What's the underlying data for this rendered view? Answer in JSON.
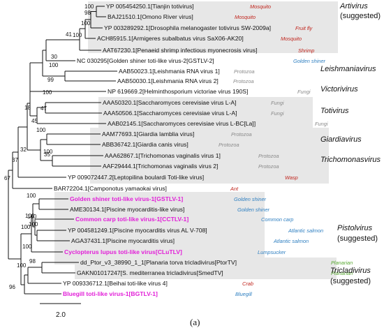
{
  "host_colors": {
    "mosquito": "#c0241c",
    "fruit_fly": "#c0241c",
    "shrimp": "#c0241c",
    "wasp": "#c0241c",
    "ant": "#c0241c",
    "crab": "#c0241c",
    "protozoa": "#8a8a8a",
    "fungi": "#8a8a8a",
    "fish": "#2e7fc1",
    "planarian": "#58a832",
    "highlight_taxon": "#e21fd8",
    "clade_shading": "#e7e7e7"
  },
  "taxa": [
    {
      "label": "YP 005454250.1[Tianjin totivirus]",
      "host": "Mosquito",
      "host_type": "mosquito",
      "highlight": false
    },
    {
      "label": "BAJ21510.1[Omono River virus]",
      "host": "Mosquito",
      "host_type": "mosquito",
      "highlight": false
    },
    {
      "label": "YP 003289292.1[Drosophila melanogaster totivirus SW-2009a]",
      "host": "Fruit fly",
      "host_type": "fruit_fly",
      "highlight": false
    },
    {
      "label": "ACH85915.1[Armigeres subalbatus virus SaX06-AK20]",
      "host": "Mosquito",
      "host_type": "mosquito",
      "highlight": false
    },
    {
      "label": "AAT67230.1[Penaeid shrimp infectious myonecrosis virus]",
      "host": "Shrimp",
      "host_type": "shrimp",
      "highlight": false
    },
    {
      "label": "NC 030295[Golden shiner toti-like virus-2[GSTLV-2]",
      "host": "Golden shiner",
      "host_type": "fish",
      "highlight": false
    },
    {
      "label": "AAB50023.1[Leishmania RNA virus 1]",
      "host": "Protozoa",
      "host_type": "protozoa",
      "highlight": false
    },
    {
      "label": "AAB50030.1[Leishmania RNA virus 2]",
      "host": "Protozoa",
      "host_type": "protozoa",
      "highlight": false
    },
    {
      "label": "NP 619669.2[Helminthosporium victoriae virus 190S]",
      "host": "Fungi",
      "host_type": "fungi",
      "highlight": false
    },
    {
      "label": "AAA50320.1[Saccharomyces cerevisiae virus L-A]",
      "host": "Fungi",
      "host_type": "fungi",
      "highlight": false
    },
    {
      "label": "AAA50506.1[Saccharomyces cerevisiae virus L-A]",
      "host": "Fungi",
      "host_type": "fungi",
      "highlight": false
    },
    {
      "label": "AAB02145.1[Saccharomyces cerevisiae virus L-BC[La]]",
      "host": "Fungi",
      "host_type": "fungi",
      "highlight": false
    },
    {
      "label": "AAM77693.1[Giardia lamblia virus]",
      "host": "Protozoa",
      "host_type": "protozoa",
      "highlight": false
    },
    {
      "label": "ABB36742.1[Giardia canis virus]",
      "host": "Protozoa",
      "host_type": "protozoa",
      "highlight": false
    },
    {
      "label": "AAA62867.1[Trichomonas vaginalis virus 1]",
      "host": "Protozoa",
      "host_type": "protozoa",
      "highlight": false
    },
    {
      "label": "AAF29444.1[Trichomonas vaginalis virus 2]",
      "host": "Protozoa",
      "host_type": "protozoa",
      "highlight": false
    },
    {
      "label": "YP 009072447.2[Leptopilina boulardi Toti-like virus]",
      "host": "Wasp",
      "host_type": "wasp",
      "highlight": false
    },
    {
      "label": "BAR72204.1[Camponotus yamaokai virus]",
      "host": "Ant",
      "host_type": "ant",
      "highlight": false
    },
    {
      "label": "Golden shiner toti-like virus-1[GSTLV-1]",
      "host": "Golden shiner",
      "host_type": "fish",
      "highlight": true
    },
    {
      "label": "AME30134.1[Piscine myocarditis-like virus]",
      "host": "Golden shiner",
      "host_type": "fish",
      "highlight": false
    },
    {
      "label": "Common carp toti-like virus-1[CCTLV-1]",
      "host": "Common carp",
      "host_type": "fish",
      "highlight": true
    },
    {
      "label": "YP 004581249.1[Piscine myocarditis virus AL V-708]",
      "host": "Atlantic salmon",
      "host_type": "fish",
      "highlight": false
    },
    {
      "label": "AGA37431.1[Piscine myocarditis virus]",
      "host": "Atlantic salmon",
      "host_type": "fish",
      "highlight": false
    },
    {
      "label": "Cyclopterus lupus toti-like virus[CLuTLV]",
      "host": "Lumpsucker",
      "host_type": "fish",
      "highlight": true
    },
    {
      "label": "dd_Ptor_v3_38990_1_1[Planaria torva tricladivirus[PtorTV]",
      "host": "Planarian",
      "host_type": "planarian",
      "highlight": false
    },
    {
      "label": "GAKN01017247[S. mediterranea tricladivirus[SmedTV]",
      "host": "Planarian",
      "host_type": "planarian",
      "highlight": false
    },
    {
      "label": "YP 009336712.1[Beihai toti-like virus 4]",
      "host": "Crab",
      "host_type": "crab",
      "highlight": false
    },
    {
      "label": "Bluegill toti-like virus-1[BGTLV-1]",
      "host": "Bluegill",
      "host_type": "fish",
      "highlight": true
    }
  ],
  "bootstrap_values": [
    "98",
    "100",
    "100",
    "100",
    "41",
    "30",
    "100",
    "99",
    "100",
    "47",
    "45",
    "100",
    "100",
    "35",
    "18",
    "32",
    "37",
    "67",
    "100",
    "100",
    "100",
    "100",
    "100",
    "100",
    "98",
    "100",
    "96"
  ],
  "genera": [
    {
      "name": "Artivirus",
      "note": "(suggested)"
    },
    {
      "name": "Leishmaniavirus",
      "note": ""
    },
    {
      "name": "Victorivirus",
      "note": ""
    },
    {
      "name": "Totivirus",
      "note": ""
    },
    {
      "name": "Giardiavirus",
      "note": ""
    },
    {
      "name": "Trichomonasvirus",
      "note": ""
    },
    {
      "name": "Pistolvirus",
      "note": "(suggested)"
    },
    {
      "name": "Tricladivirus",
      "note": "(suggested)"
    }
  ],
  "scale_bar": {
    "label": "2.0"
  },
  "panel_label": "(a)"
}
